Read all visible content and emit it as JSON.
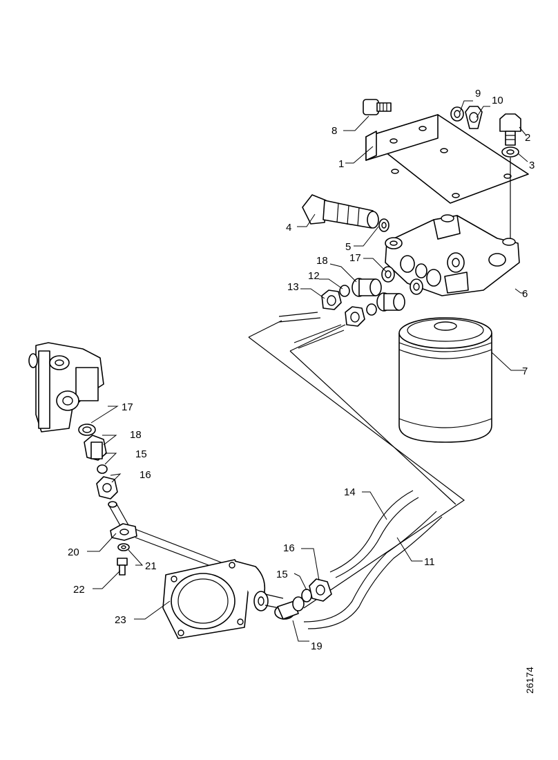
{
  "diagram": {
    "labels": {
      "l1": "1",
      "l2": "2",
      "l3": "3",
      "l4": "4",
      "l5": "5",
      "l6": "6",
      "l7": "7",
      "l8": "8",
      "l9": "9",
      "l10": "10",
      "l11": "11",
      "l12": "12",
      "l13": "13",
      "l14": "14",
      "l15a": "15",
      "l15b": "15",
      "l16a": "16",
      "l16b": "16",
      "l17a": "17",
      "l17b": "17",
      "l18a": "18",
      "l18b": "18",
      "l19": "19",
      "l20": "20",
      "l21": "21",
      "l22": "22",
      "l23": "23"
    },
    "reference_number": "26174"
  }
}
